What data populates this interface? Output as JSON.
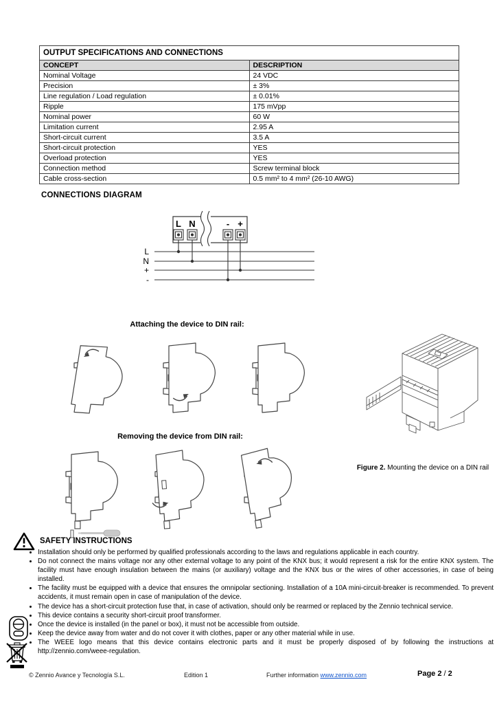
{
  "spec_table": {
    "title": "OUTPUT SPECIFICATIONS AND CONNECTIONS",
    "col_concept": "CONCEPT",
    "col_description": "DESCRIPTION",
    "rows": [
      [
        "Nominal Voltage",
        "24 VDC"
      ],
      [
        "Precision",
        "± 3%"
      ],
      [
        "Line regulation / Load regulation",
        "± 0.01%"
      ],
      [
        "Ripple",
        "175 mVpp"
      ],
      [
        "Nominal power",
        "60 W"
      ],
      [
        "Limitation current",
        "2.95 A"
      ],
      [
        "Short-circuit current",
        "3.5 A"
      ],
      [
        "Short-circuit protection",
        "YES"
      ],
      [
        "Overload protection",
        "YES"
      ],
      [
        "Connection method",
        "Screw terminal block"
      ],
      [
        "Cable cross-section",
        "0.5 mm² to 4 mm² (26-10 AWG)"
      ]
    ]
  },
  "connections": {
    "heading": "CONNECTIONS DIAGRAM",
    "terminal_labels": [
      "L",
      "N",
      "-",
      "+"
    ],
    "bus_labels": [
      "L",
      "N",
      "+",
      "-"
    ]
  },
  "din": {
    "attach_heading": "Attaching the device to DIN rail:",
    "remove_heading": "Removing the device from DIN rail:"
  },
  "figure": {
    "label": "Figure 2.",
    "caption": " Mounting the device on a DIN rail"
  },
  "safety": {
    "heading": "SAFETY INSTRUCTIONS",
    "bullets": [
      "Installation should only be performed by qualified professionals according to the laws and regulations applicable in each country.",
      "Do not connect the mains voltage nor any other external voltage to any point of the KNX bus; it would represent a risk for the entire KNX system. The facility must have enough insulation between the mains (or auxiliary) voltage and the KNX bus or the wires of other accessories, in case of being installed.",
      "The facility must be equipped with a device that ensures the omnipolar sectioning. Installation of a 10A mini-circuit-breaker is recommended. To prevent accidents, it must remain open in case of manipulation of the device.",
      "The device has a short-circuit protection fuse that, in case of activation, should only be rearmed or replaced by the Zennio technical service.",
      "This device contains a security short-circuit proof transformer.",
      "Once the device is installed (in the panel or box), it must not be accessible from outside.",
      "Keep the device away from water and do not cover it with clothes, paper or any other material while in use.",
      "The WEEE logo means that this device contains electronic parts and it must be properly disposed of by following the instructions at http://zennio.com/weee-regulation."
    ]
  },
  "footer": {
    "copyright": "© Zennio Avance y Tecnología S.L.",
    "edition": "Edition 1",
    "further_label": "Further information ",
    "link": "www.zennio.com",
    "page_label": "Page ",
    "page_current": "2",
    "page_separator": " / ",
    "page_total": "2"
  },
  "colors": {
    "link_blue": "#1155cc",
    "table_header_bg": "#d9d9d9",
    "line_art": "#444444"
  }
}
